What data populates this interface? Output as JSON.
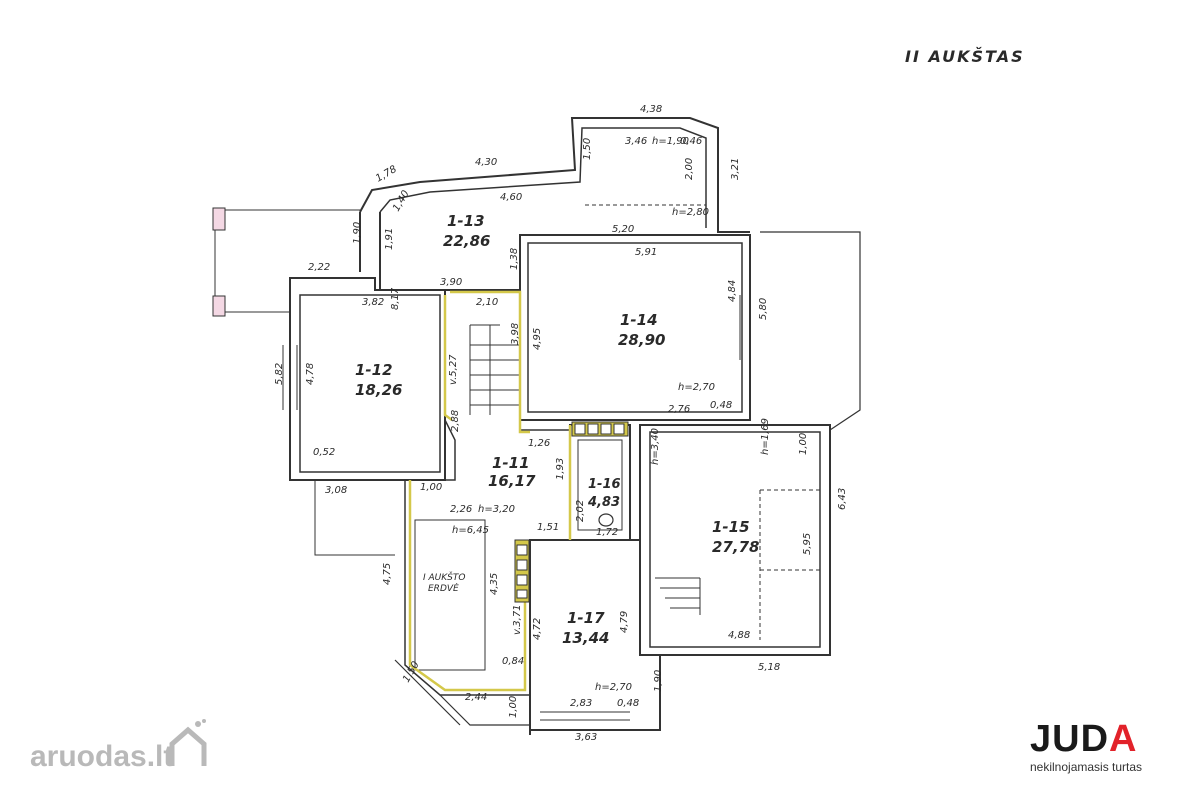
{
  "title": "II AUKŠTAS",
  "rooms": [
    {
      "id": "1-11",
      "area": "16,17"
    },
    {
      "id": "1-12",
      "area": "18,26"
    },
    {
      "id": "1-13",
      "area": "22,86"
    },
    {
      "id": "1-14",
      "area": "28,90"
    },
    {
      "id": "1-15",
      "area": "27,78"
    },
    {
      "id": "1-16",
      "area": "4,83"
    },
    {
      "id": "1-17",
      "area": "13,44"
    }
  ],
  "void_label": {
    "line1": "I AUKŠTO",
    "line2": "ERDVĖ"
  },
  "dimensions": [
    "4,38",
    "4,30",
    "3,46",
    "h=1,90",
    "0,46",
    "1,50",
    "2,00",
    "3,21",
    "1,78",
    "1,40",
    "4,60",
    "h=2,80",
    "1,90",
    "1,91",
    "5,20",
    "5,91",
    "2,22",
    "3,82",
    "3,90",
    "1,38",
    "8,17",
    "2,10",
    "3,98",
    "4,95",
    "4,84",
    "5,80",
    "5,82",
    "4,78",
    "v.5,27",
    "h=2,70",
    "2,76",
    "0,48",
    "2,88",
    "0,52",
    "1,26",
    "h=3,40",
    "h=1,69",
    "1,00",
    "3,08",
    "1,00",
    "2,26",
    "h=3,20",
    "1,93",
    "2,02",
    "1,51",
    "1,72",
    "h=6,45",
    "6,43",
    "4,35",
    "5,95",
    "4,75",
    "v.3,71",
    "4,72",
    "4,79",
    "4,88",
    "0,84",
    "5,18",
    "1,50",
    "2,44",
    "h=2,70",
    "2,83",
    "0,48",
    "1,90",
    "1,00",
    "3,63"
  ],
  "brand": {
    "logo_text": "JUD",
    "logo_accent": "A",
    "subtitle": "nekilnojamasis turtas"
  },
  "watermark": {
    "text": "aruodas",
    "suffix": ".lt"
  }
}
